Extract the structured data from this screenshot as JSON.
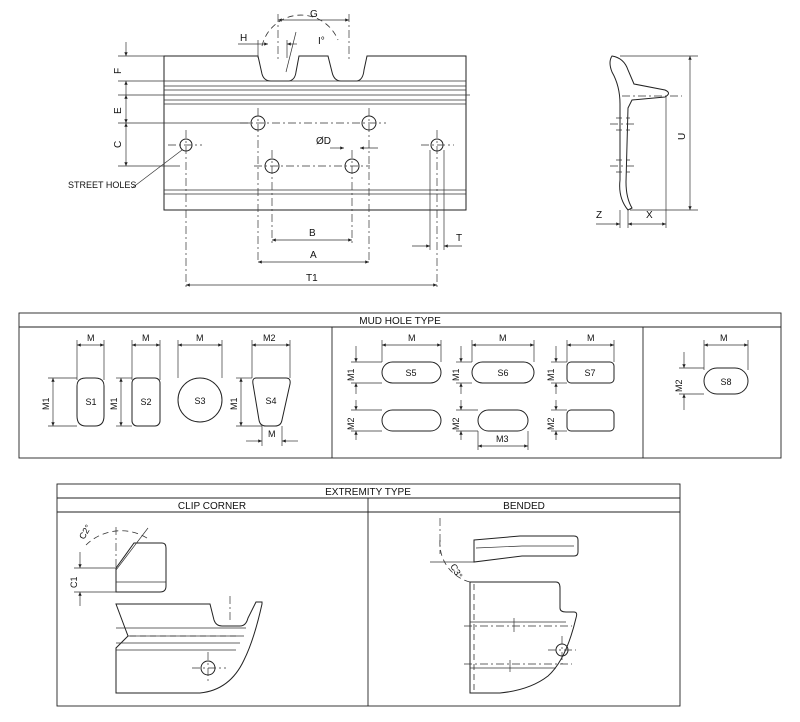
{
  "top_view": {
    "labels": {
      "G": "G",
      "H": "H",
      "F": "F",
      "E": "E",
      "C": "C",
      "D": "ØD",
      "B": "B",
      "A": "A",
      "T1": "T1",
      "T": "T"
    },
    "street_holes": "STREET HOLES",
    "angle": "I°"
  },
  "side_view": {
    "labels": {
      "U": "U",
      "Z": "Z",
      "X": "X"
    }
  },
  "mud_hole": {
    "title": "MUD HOLE TYPE",
    "dims": {
      "M": "M",
      "M1": "M1",
      "M2": "M2",
      "M3": "M3"
    },
    "shapes": [
      "S1",
      "S2",
      "S3",
      "S4",
      "S5",
      "S6",
      "S7",
      "S8"
    ]
  },
  "extremity": {
    "title": "EXTREMITY TYPE",
    "clip_corner": "CLIP CORNER",
    "bended": "BENDED",
    "dims": {
      "C1": "C1",
      "C2": "C2°",
      "C3": "C3°"
    }
  }
}
